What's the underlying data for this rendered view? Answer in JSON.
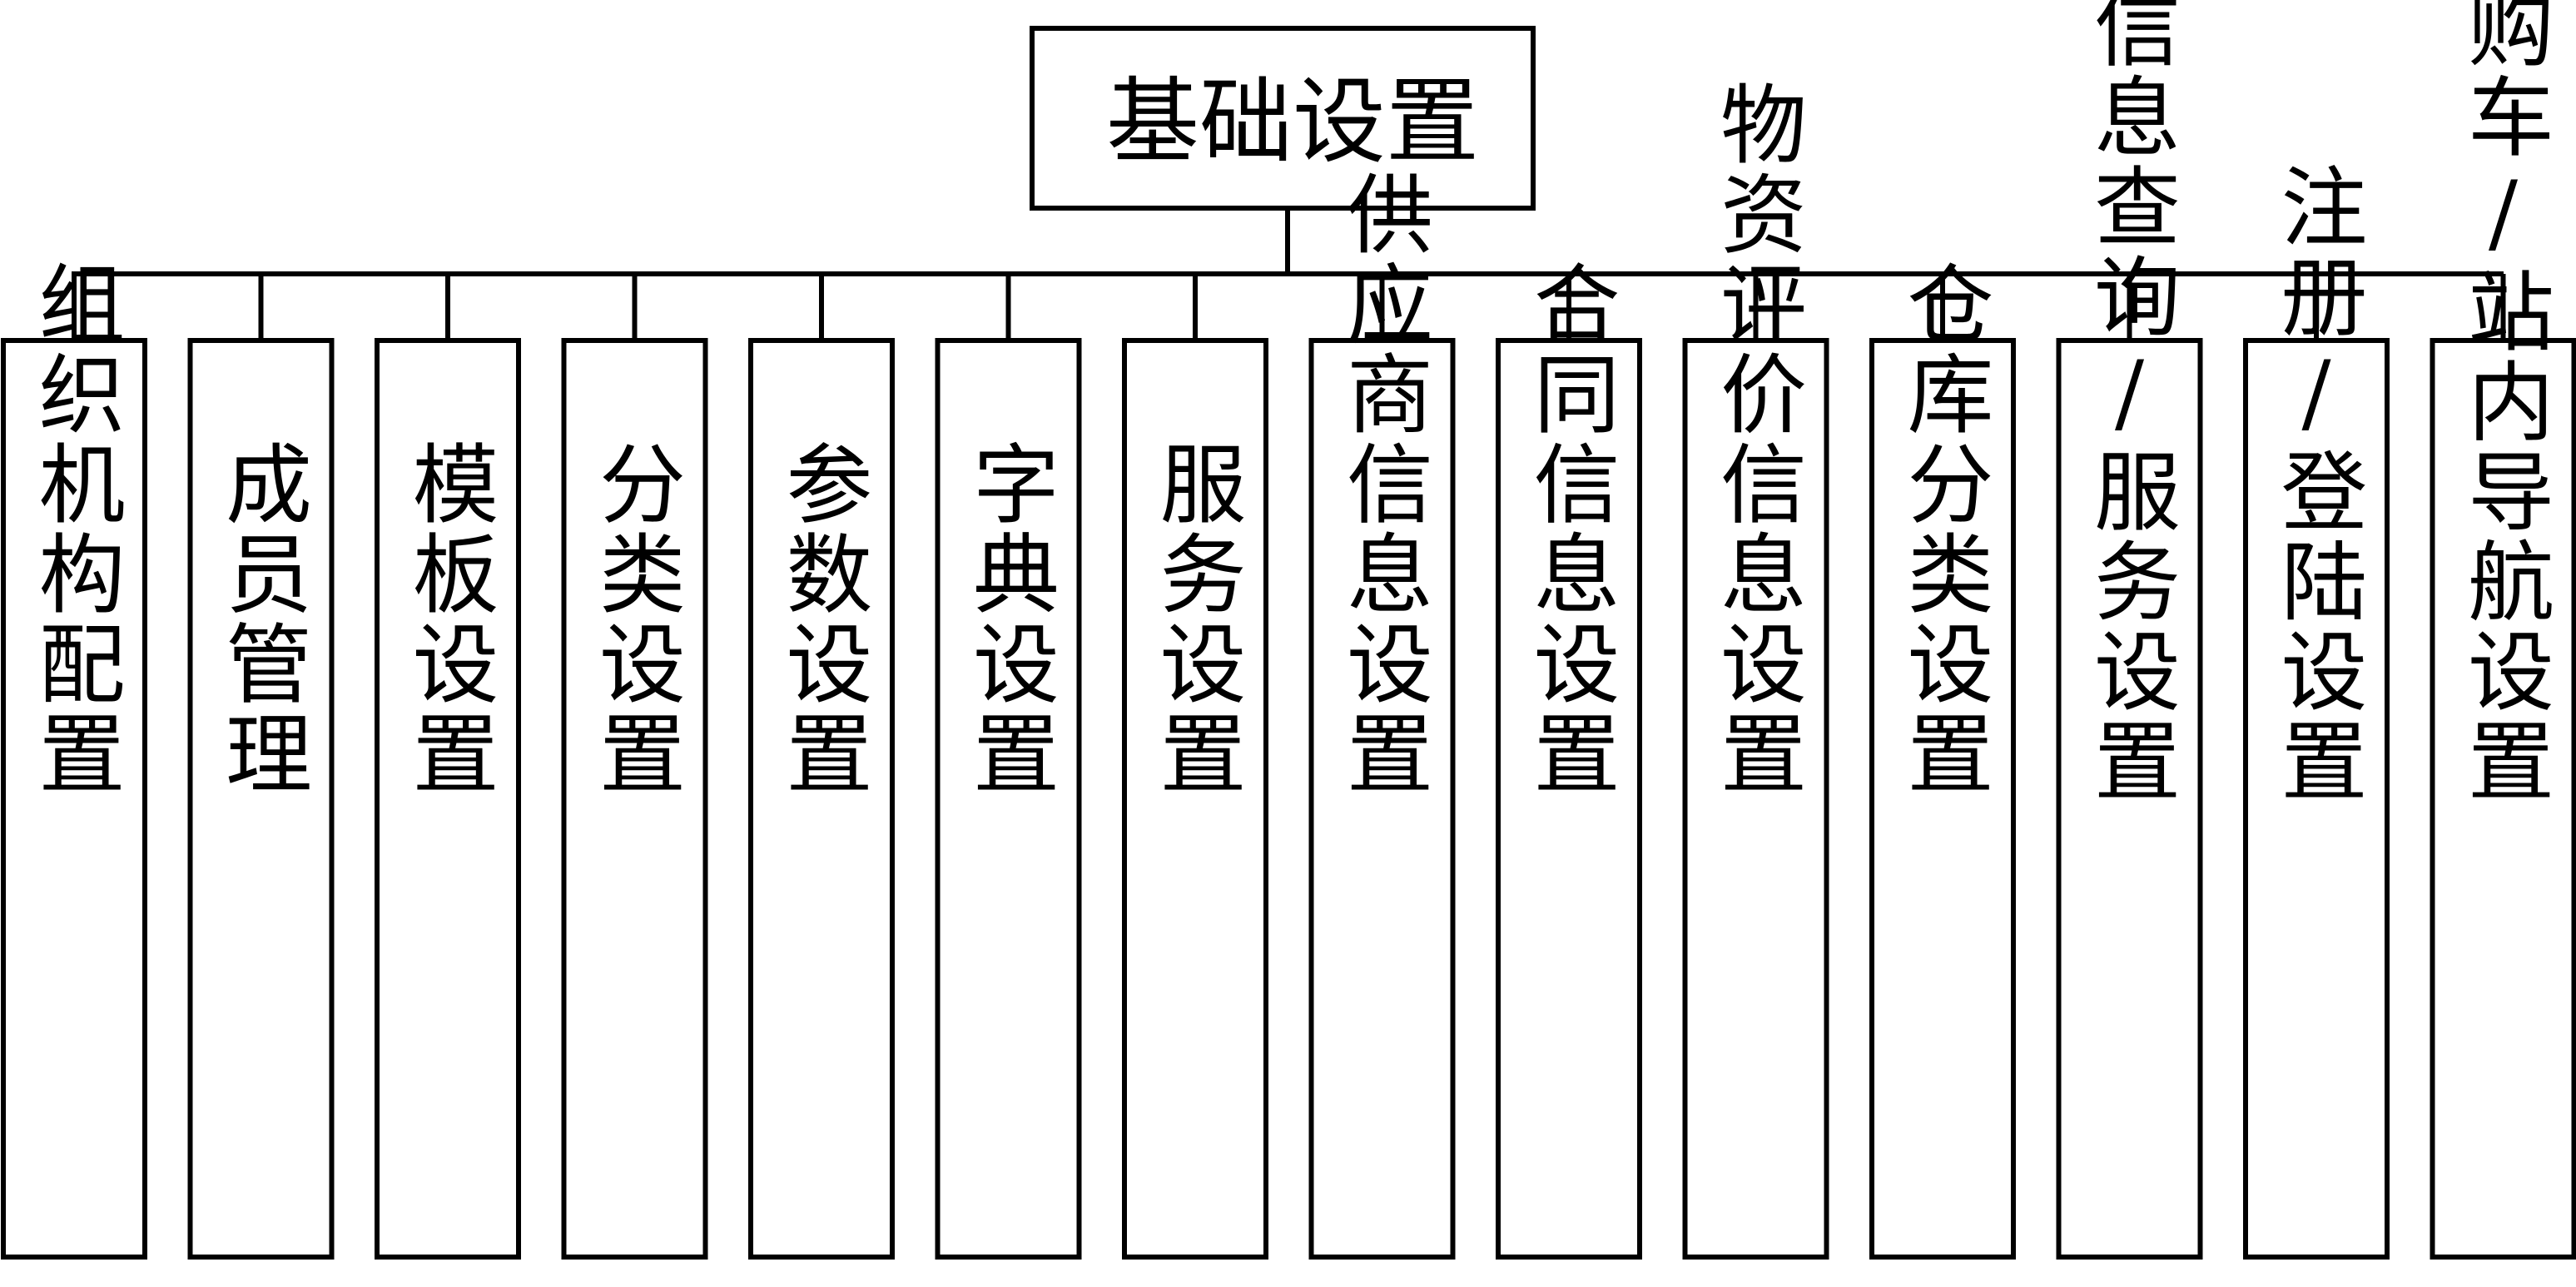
{
  "root": {
    "label": "基础设置"
  },
  "children": [
    {
      "label": "组织机构配置"
    },
    {
      "label": "成员管理"
    },
    {
      "label": "模板设置"
    },
    {
      "label": "分类设置"
    },
    {
      "label": "参数设置"
    },
    {
      "label": "字典设置"
    },
    {
      "label": "服务设置"
    },
    {
      "label": "供应商信息设置"
    },
    {
      "label": "合同信息设置"
    },
    {
      "label": "物资评价信息设置"
    },
    {
      "label": "仓库分类设置"
    },
    {
      "label": "信息查询/服务设置"
    },
    {
      "label": "注册/登陆设置"
    },
    {
      "label": "采购车/站内导航设置"
    }
  ]
}
